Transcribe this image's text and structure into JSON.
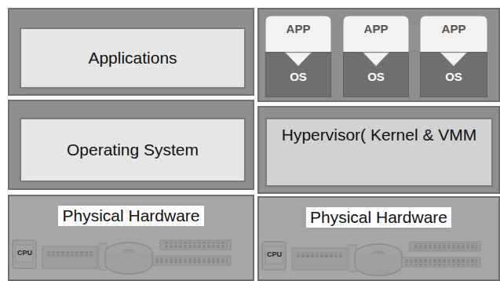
{
  "diagram": {
    "nodes": [
      {
        "text": [
          "Applications"
        ]
      },
      {
        "text": [
          "APP",
          "OS"
        ]
      },
      {
        "text": [
          "APP",
          "OS"
        ]
      },
      {
        "text": [
          "APP",
          "OS"
        ]
      },
      {
        "text": [
          "Operating System"
        ]
      },
      {
        "text": [
          "Hypervisor( Kernel & VMM"
        ]
      },
      {
        "text": [
          "Physical Hardware"
        ]
      },
      {
        "text": [
          "Physical Hardware"
        ]
      }
    ],
    "labels": [
      "CPU",
      "CPU"
    ]
  }
}
